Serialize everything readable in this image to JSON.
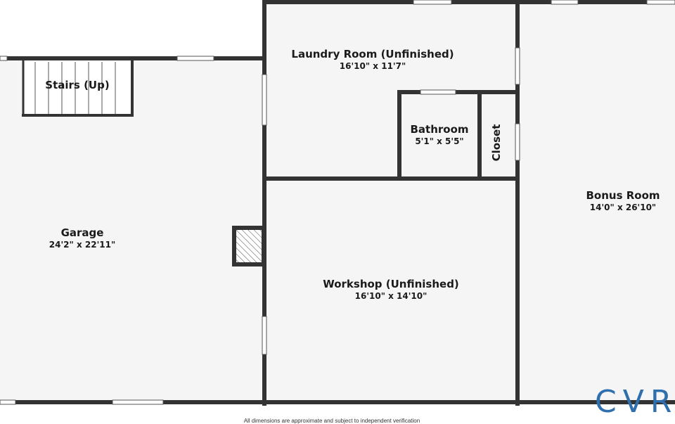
{
  "rooms": {
    "laundry": {
      "name": "Laundry Room (Unfinished)",
      "dims": "16'10\" x 11'7\""
    },
    "stairs": {
      "name": "Stairs (Up)"
    },
    "bathroom": {
      "name": "Bathroom",
      "dims": "5'1\" x 5'5\""
    },
    "closet": {
      "name": "Closet"
    },
    "bonus": {
      "name": "Bonus Room",
      "dims": "14'0\" x 26'10\""
    },
    "garage": {
      "name": "Garage",
      "dims": "24'2\" x 22'11\""
    },
    "workshop": {
      "name": "Workshop (Unfinished)",
      "dims": "16'10\" x 14'10\""
    }
  },
  "disclaimer": "All dimensions are approximate and subject to independent verification",
  "logo": "CVR",
  "colors": {
    "wall": "#333333",
    "floor": "#f5f5f5",
    "logo": "#2f6fad"
  }
}
